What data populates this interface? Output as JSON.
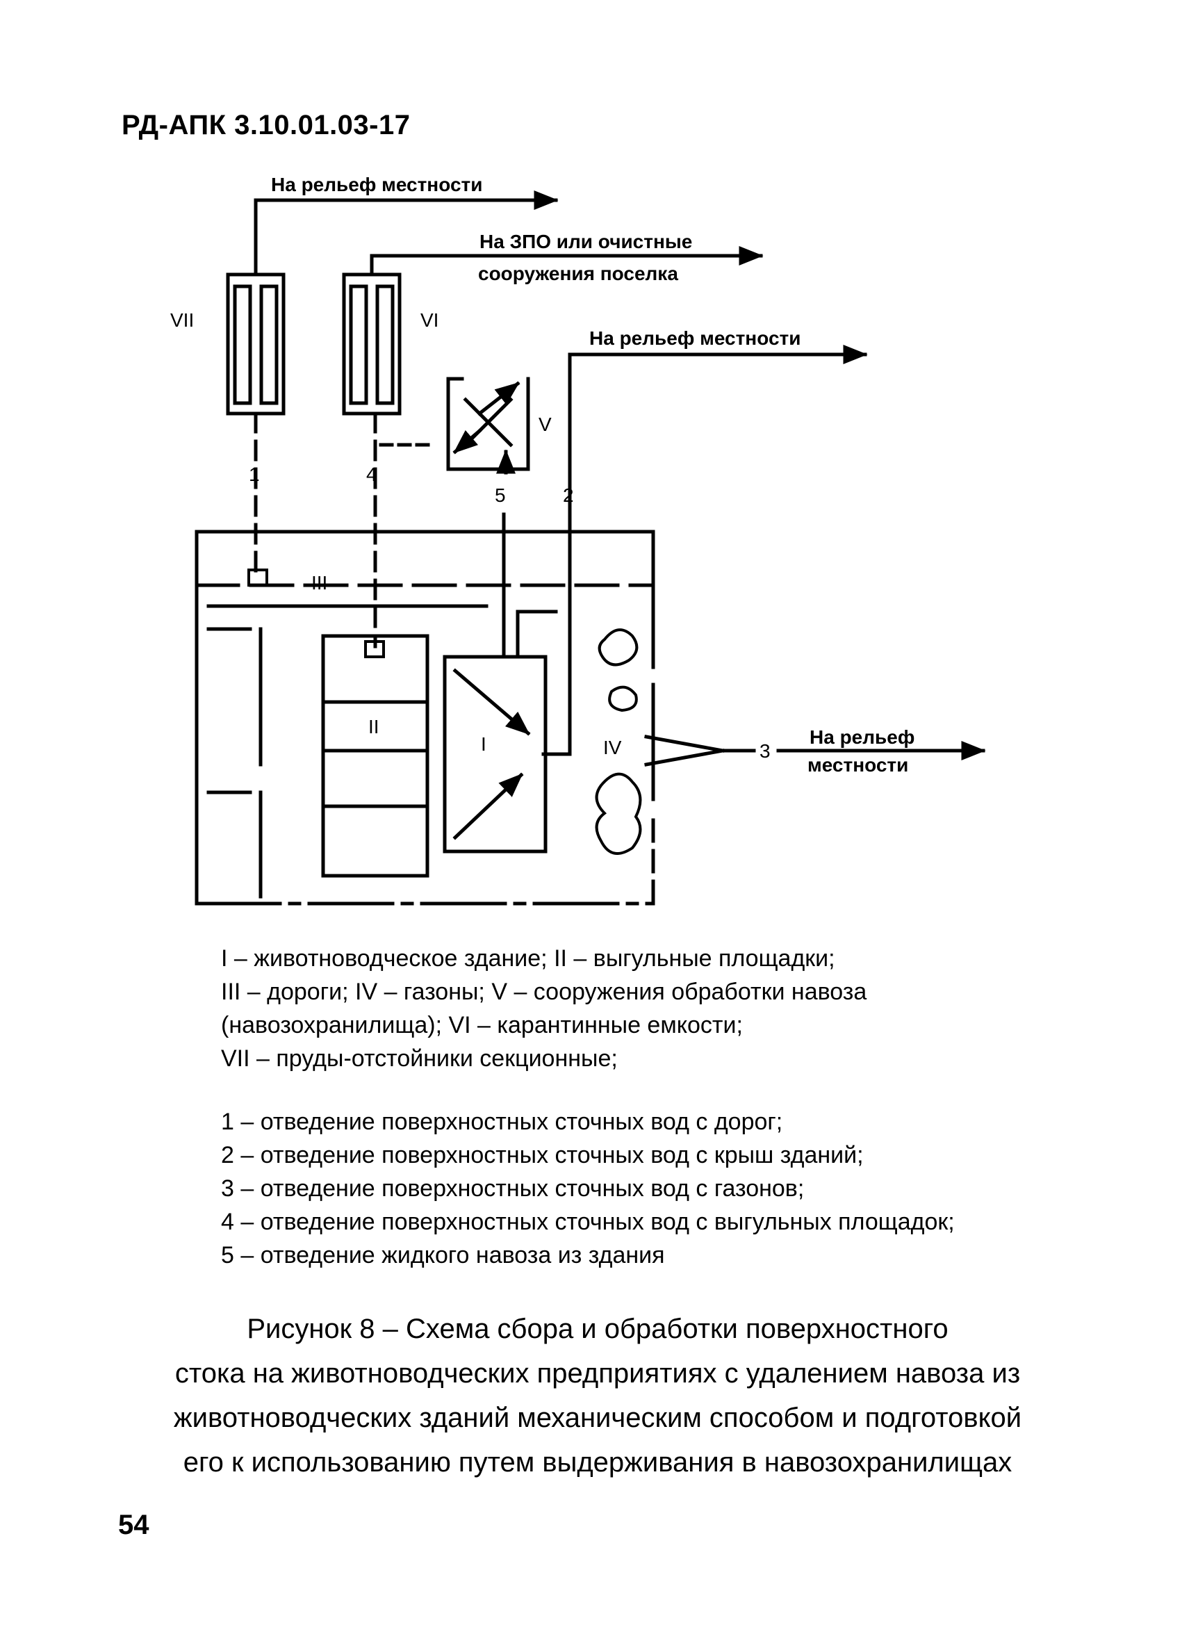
{
  "header": {
    "doc_code": "РД-АПК 3.10.01.03-17"
  },
  "figure": {
    "arrows": {
      "relief_top": "На рельеф местности",
      "zpo_line1": "На ЗПО или очистные",
      "zpo_line2": "сооружения поселка",
      "relief_mid": "На рельеф местности",
      "relief_right_line1": "На рельеф",
      "relief_right_line2": "местности"
    },
    "zones": {
      "z1": "I",
      "z2": "II",
      "z3": "III",
      "z4": "IV",
      "z5": "V",
      "z6": "VI",
      "z7": "VII"
    },
    "lines": {
      "n1": "1",
      "n2": "2",
      "n3": "3",
      "n4": "4",
      "n5": "5"
    }
  },
  "legend": {
    "zones": [
      "I – животноводческое здание; II – выгульные площадки;",
      "III – дороги; IV – газоны; V – сооружения обработки навоза",
      "(навозохранилища); VI – карантинные емкости;",
      "VII – пруды-отстойники секционные;"
    ],
    "lines": [
      "1 – отведение поверхностных сточных вод с дорог;",
      "2 – отведение поверхностных сточных вод с крыш зданий;",
      "3 – отведение поверхностных сточных вод с газонов;",
      "4 – отведение поверхностных сточных вод с выгульных площадок;",
      "5 – отведение жидкого навоза из здания"
    ]
  },
  "caption": [
    "Рисунок 8 – Схема сбора и обработки поверхностного",
    "стока на животноводческих предприятиях с удалением навоза из",
    "животноводческих зданий механическим способом и подготовкой",
    "его к использованию путем выдерживания в навозохранилищах"
  ],
  "page_number": "54"
}
